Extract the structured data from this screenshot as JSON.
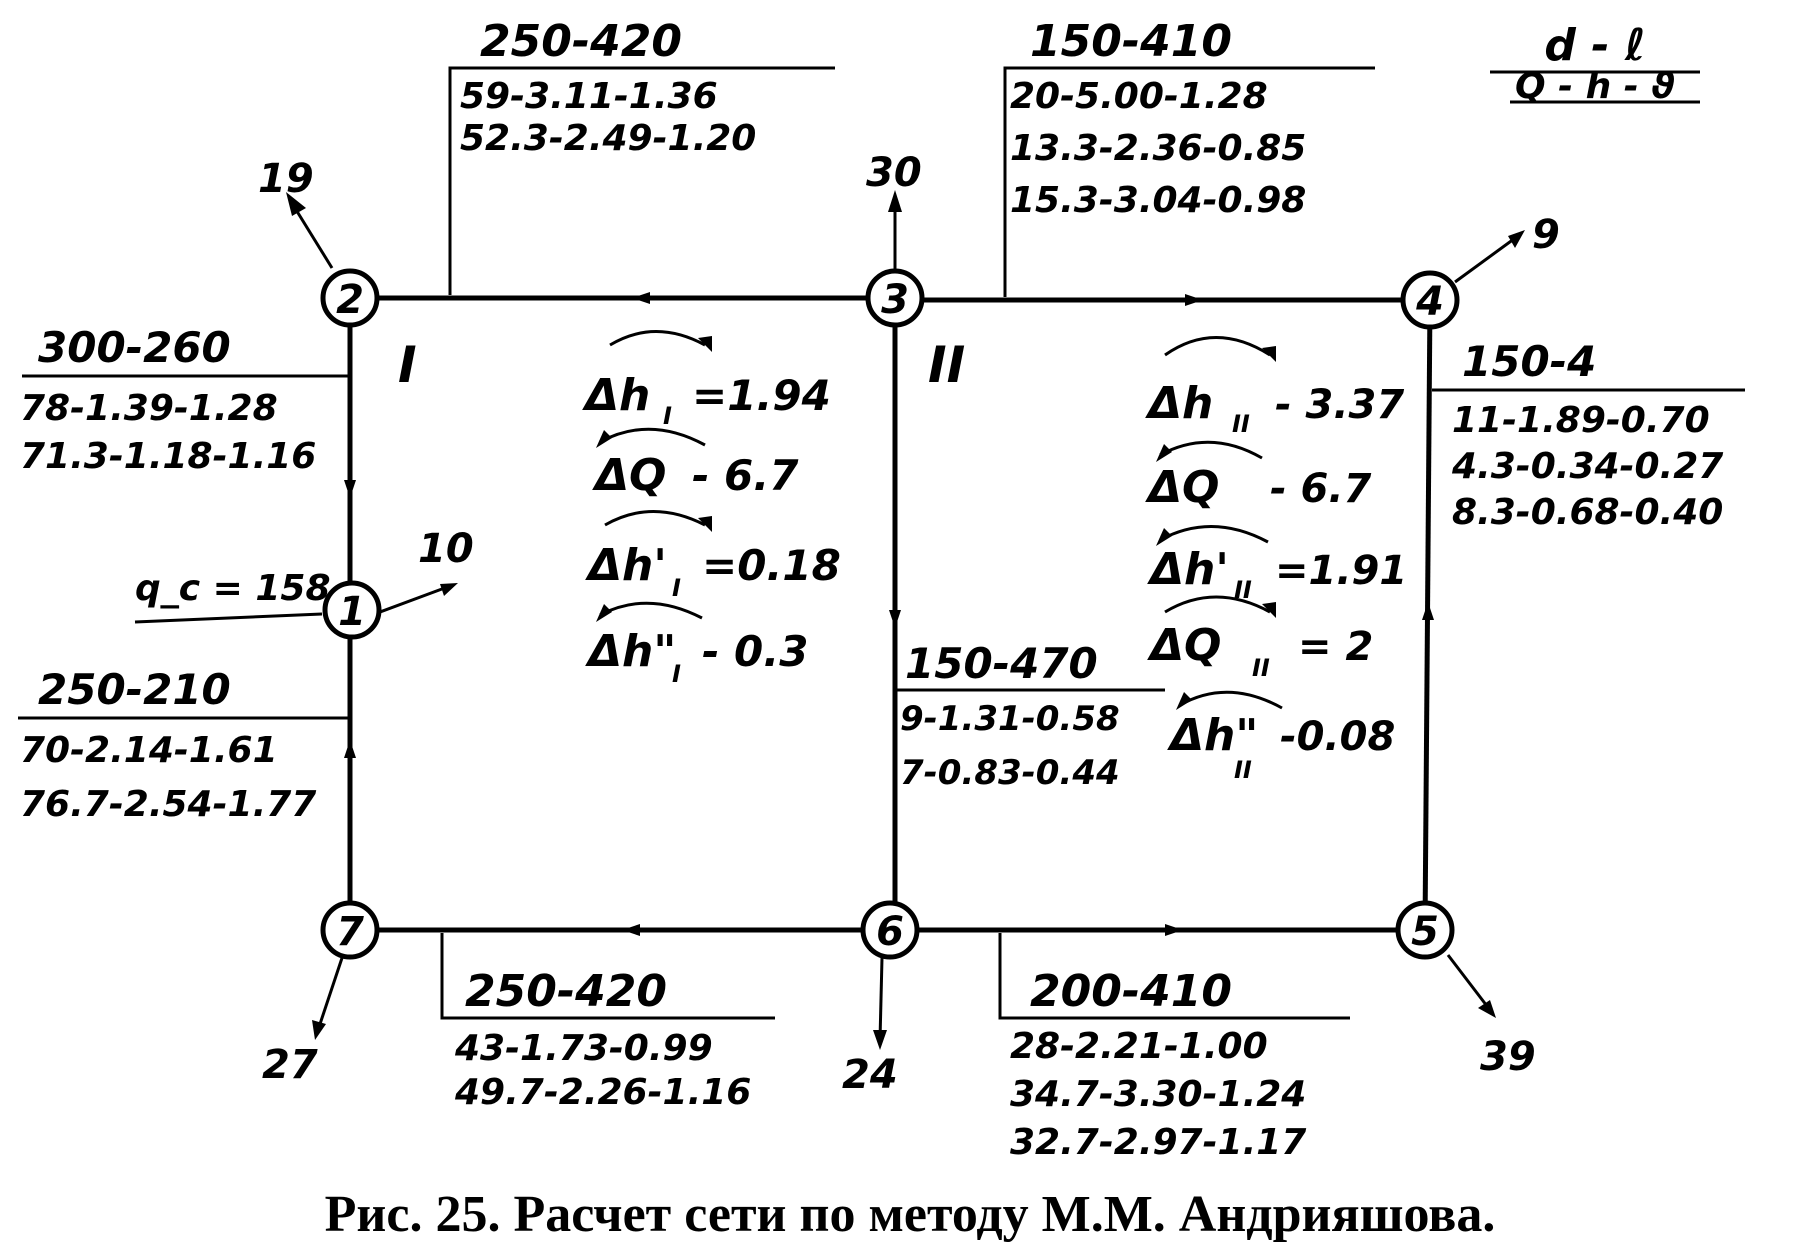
{
  "legend": {
    "top": "d - ℓ",
    "bottom": "Q - h - ϑ"
  },
  "nodes": [
    {
      "id": "1",
      "label": "1",
      "demand": "10"
    },
    {
      "id": "2",
      "label": "2",
      "demand": "19"
    },
    {
      "id": "3",
      "label": "3",
      "demand": "30"
    },
    {
      "id": "4",
      "label": "4",
      "demand": "9"
    },
    {
      "id": "5",
      "label": "5",
      "demand": "39"
    },
    {
      "id": "6",
      "label": "6",
      "demand": "24"
    },
    {
      "id": "7",
      "label": "7",
      "demand": "27"
    }
  ],
  "source": "q_c = 158",
  "rings": {
    "ring1": "I",
    "ring2": "II"
  },
  "pipes": {
    "p23": {
      "dl": "250-420",
      "rows": [
        "59-3.11-1.36",
        "52.3-2.49-1.20"
      ]
    },
    "p34": {
      "dl": "150-410",
      "rows": [
        "20-5.00-1.28",
        "13.3-2.36-0.85",
        "15.3-3.04-0.98"
      ]
    },
    "p21": {
      "dl": "300-260",
      "rows": [
        "78-1.39-1.28",
        "71.3-1.18-1.16"
      ]
    },
    "p17": {
      "dl": "250-210",
      "rows": [
        "70-2.14-1.61",
        "76.7-2.54-1.77"
      ]
    },
    "p45": {
      "dl": "150-4",
      "rows": [
        "11-1.89-0.70",
        "4.3-0.34-0.27",
        "8.3-0.68-0.40"
      ]
    },
    "p36": {
      "dl": "150-470",
      "rows": [
        "9-1.31-0.58",
        "7-0.83-0.44"
      ]
    },
    "p76": {
      "dl": "250-420",
      "rows": [
        "43-1.73-0.99",
        "49.7-2.26-1.16"
      ]
    },
    "p65": {
      "dl": "200-410",
      "rows": [
        "28-2.21-1.00",
        "34.7-3.30-1.24",
        "32.7-2.97-1.17"
      ]
    }
  },
  "corrections_ring1": [
    {
      "symbol": "Δh",
      "sub": "I",
      "value": "=1.94"
    },
    {
      "symbol": "ΔQ",
      "sub": "",
      "value": "- 6.7"
    },
    {
      "symbol": "Δh'",
      "sub": "I",
      "value": "=0.18"
    },
    {
      "symbol": "Δh\"",
      "sub": "I",
      "value": "- 0.3"
    }
  ],
  "corrections_ring2": [
    {
      "symbol": "Δh",
      "sub": "II",
      "value": "- 3.37"
    },
    {
      "symbol": "ΔQ",
      "sub": "",
      "value": "- 6.7"
    },
    {
      "symbol": "Δh'",
      "sub": "II",
      "value": "=1.91"
    },
    {
      "symbol": "ΔQ",
      "sub": "II",
      "value": "= 2"
    },
    {
      "symbol": "Δh\"",
      "sub": "II",
      "value": "-0.08"
    }
  ],
  "caption": "Рис. 25. Расчет сети по методу М.М. Андрияшова."
}
